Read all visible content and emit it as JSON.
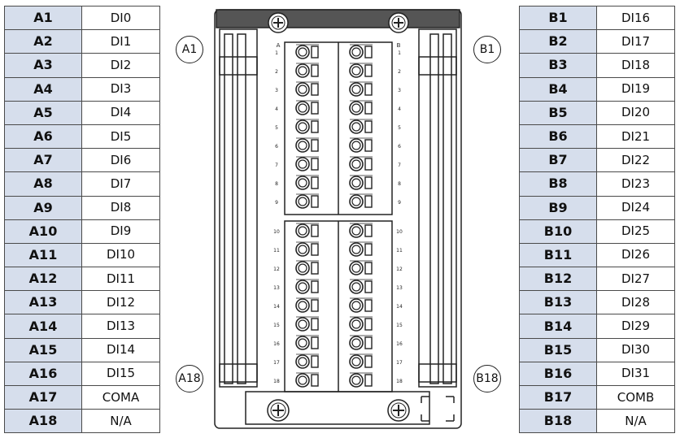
{
  "left_table": {
    "rows": [
      {
        "pin": "A1",
        "signal": "DI0"
      },
      {
        "pin": "A2",
        "signal": "DI1"
      },
      {
        "pin": "A3",
        "signal": "DI2"
      },
      {
        "pin": "A4",
        "signal": "DI3"
      },
      {
        "pin": "A5",
        "signal": "DI4"
      },
      {
        "pin": "A6",
        "signal": "DI5"
      },
      {
        "pin": "A7",
        "signal": "DI6"
      },
      {
        "pin": "A8",
        "signal": "DI7"
      },
      {
        "pin": "A9",
        "signal": "DI8"
      },
      {
        "pin": "A10",
        "signal": "DI9"
      },
      {
        "pin": "A11",
        "signal": "DI10"
      },
      {
        "pin": "A12",
        "signal": "DI11"
      },
      {
        "pin": "A13",
        "signal": "DI12"
      },
      {
        "pin": "A14",
        "signal": "DI13"
      },
      {
        "pin": "A15",
        "signal": "DI14"
      },
      {
        "pin": "A16",
        "signal": "DI15"
      },
      {
        "pin": "A17",
        "signal": "COMA"
      },
      {
        "pin": "A18",
        "signal": "N/A"
      }
    ]
  },
  "right_table": {
    "rows": [
      {
        "pin": "B1",
        "signal": "DI16"
      },
      {
        "pin": "B2",
        "signal": "DI17"
      },
      {
        "pin": "B3",
        "signal": "DI18"
      },
      {
        "pin": "B4",
        "signal": "DI19"
      },
      {
        "pin": "B5",
        "signal": "DI20"
      },
      {
        "pin": "B6",
        "signal": "DI21"
      },
      {
        "pin": "B7",
        "signal": "DI22"
      },
      {
        "pin": "B8",
        "signal": "DI23"
      },
      {
        "pin": "B9",
        "signal": "DI24"
      },
      {
        "pin": "B10",
        "signal": "DI25"
      },
      {
        "pin": "B11",
        "signal": "DI26"
      },
      {
        "pin": "B12",
        "signal": "DI27"
      },
      {
        "pin": "B13",
        "signal": "DI28"
      },
      {
        "pin": "B14",
        "signal": "DI29"
      },
      {
        "pin": "B15",
        "signal": "DI30"
      },
      {
        "pin": "B16",
        "signal": "DI31"
      },
      {
        "pin": "B17",
        "signal": "COMB"
      },
      {
        "pin": "B18",
        "signal": "N/A"
      }
    ]
  },
  "callouts": {
    "a1": "A1",
    "b1": "B1",
    "a18": "A18",
    "b18": "B18"
  },
  "device": {
    "top_block_numbers": [
      "1",
      "2",
      "3",
      "4",
      "5",
      "6",
      "7",
      "8",
      "9"
    ],
    "bottom_block_numbers": [
      "10",
      "11",
      "12",
      "13",
      "14",
      "15",
      "16",
      "17",
      "18"
    ],
    "column_a_marker": "A",
    "column_b_marker": "B"
  },
  "colors": {
    "pin_cell": "#d6deec",
    "border": "#4a4a4a",
    "device_line": "#222222"
  },
  "icons": [
    "screw-icon",
    "terminal-clamp-icon"
  ]
}
